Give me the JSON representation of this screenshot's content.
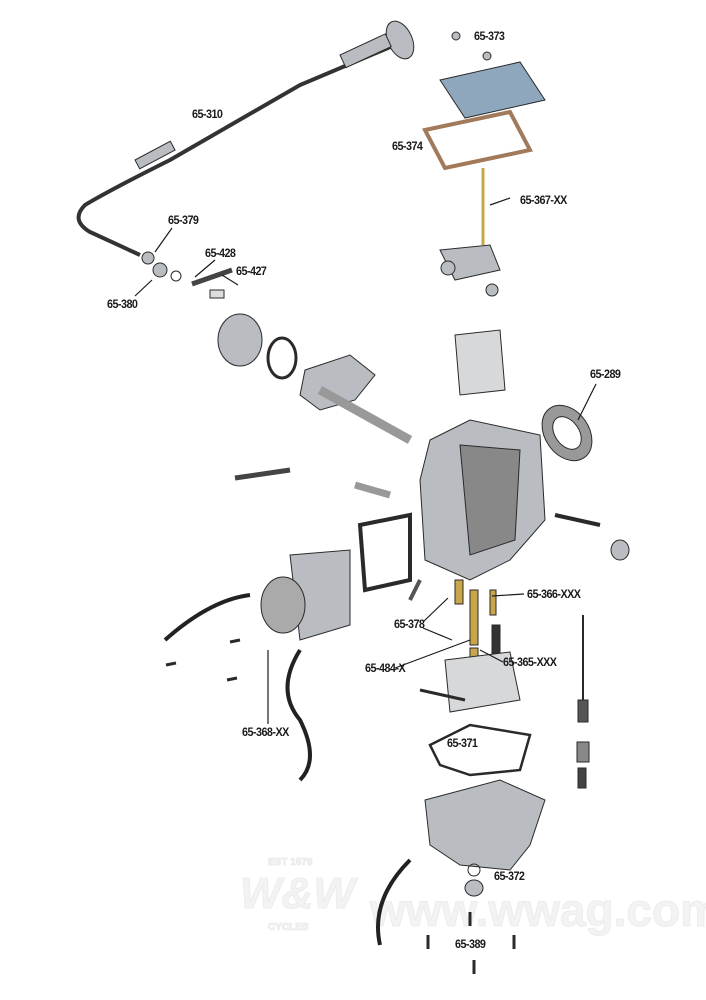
{
  "diagram": {
    "part_labels": {
      "p65_373": "65-373",
      "p65_310": "65-310",
      "p65_374": "65-374",
      "p65_367": "65-367-XX",
      "p65_379": "65-379",
      "p65_428": "65-428",
      "p65_427": "65-427",
      "p65_380": "65-380",
      "p65_289": "65-289",
      "p65_366": "65-366-XXX",
      "p65_378": "65-378",
      "p65_484": "65-484-X",
      "p65_365": "65-365-XXX",
      "p65_368": "65-368-XX",
      "p65_371": "65-371",
      "p65_372": "65-372",
      "p65_389": "65-389"
    },
    "watermark": {
      "logo": "W&W",
      "site": "www.wwag.com",
      "est": "EST 1979",
      "sub": "CYCLES"
    },
    "colors": {
      "part_fill": "#b9bdc2",
      "part_stroke": "#2a2a2a",
      "brass": "#c9a64a",
      "cover_blue": "#8fa7bd",
      "gasket": "#a07a5a"
    }
  }
}
